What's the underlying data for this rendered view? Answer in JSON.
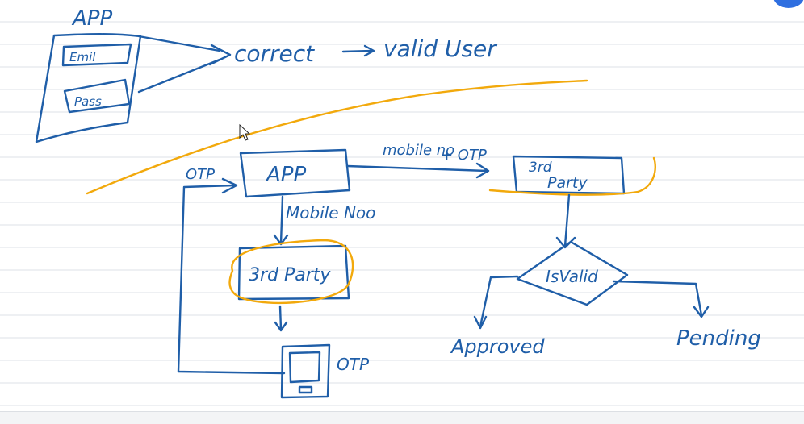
{
  "colors": {
    "ink": "#1f5ea8",
    "highlight": "#f2a90c",
    "accent": "#2f6fe0"
  },
  "top_sketch": {
    "app_label": "APP",
    "email_field": "Emil",
    "password_field": "Pass",
    "result_text": "correct",
    "valid_text": "valid User"
  },
  "flow": {
    "otp_return_label": "OTP",
    "app_label": "APP",
    "mobile_label": "Mobile Noo",
    "third_party_left": "3rd Party",
    "phone_otp_label": "OTP",
    "arrow_label_line1": "mobile no",
    "arrow_label_line2": "+ OTP",
    "third_party_right_line1": "3rd",
    "third_party_right_line2": "Party",
    "decision_label": "IsValid",
    "approved_label": "Approved",
    "pending_label": "Pending"
  },
  "icons": {
    "cursor": "cursor-icon",
    "phone": "phone-icon"
  }
}
